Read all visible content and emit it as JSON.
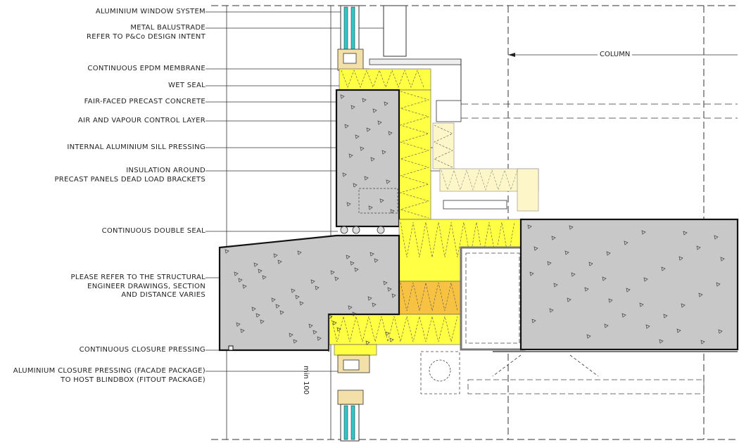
{
  "drawing": {
    "labels": [
      {
        "id": "window",
        "lines": [
          "ALUMINIUM WINDOW SYSTEM"
        ]
      },
      {
        "id": "balustrade",
        "lines": [
          "METAL BALUSTRADE",
          "REFER TO P&Co DESIGN INTENT"
        ]
      },
      {
        "id": "epdm",
        "lines": [
          "CONTINUOUS EPDM MEMBRANE"
        ]
      },
      {
        "id": "wetseal",
        "lines": [
          "WET SEAL"
        ]
      },
      {
        "id": "precast",
        "lines": [
          "FAIR-FACED PRECAST CONCRETE"
        ]
      },
      {
        "id": "avcl",
        "lines": [
          "AIR AND VAPOUR CONTROL LAYER"
        ]
      },
      {
        "id": "sill",
        "lines": [
          "INTERNAL ALUMINIUM SILL PRESSING"
        ]
      },
      {
        "id": "insulation",
        "lines": [
          "INSULATION AROUND",
          "PRECAST PANELS DEAD LOAD BRACKETS"
        ]
      },
      {
        "id": "doubleseal",
        "lines": [
          "CONTINUOUS DOUBLE SEAL"
        ]
      },
      {
        "id": "structural",
        "lines": [
          "PLEASE REFER TO THE STRUCTURAL",
          "ENGINEER DRAWINGS, SECTION",
          "AND DISTANCE VARIES"
        ]
      },
      {
        "id": "closure",
        "lines": [
          "CONTINUOUS CLOSURE PRESSING"
        ]
      },
      {
        "id": "blindbox",
        "lines": [
          "ALUMINIUM CLOSURE PRESSING (FACADE PACKAGE)",
          "TO HOST BLINDBOX (FITOUT PACKAGE)"
        ]
      }
    ],
    "column_label": "COLUMN",
    "min_dimension": "min 100",
    "colors": {
      "concrete": "#c8c8c8",
      "insulation": "#ffff44",
      "insulation_dark": "#f7c242",
      "insulation_pale": "#fdf6c8",
      "glass": "#33c6c6",
      "frame": "#f3dfa8",
      "line": "#222222"
    }
  }
}
